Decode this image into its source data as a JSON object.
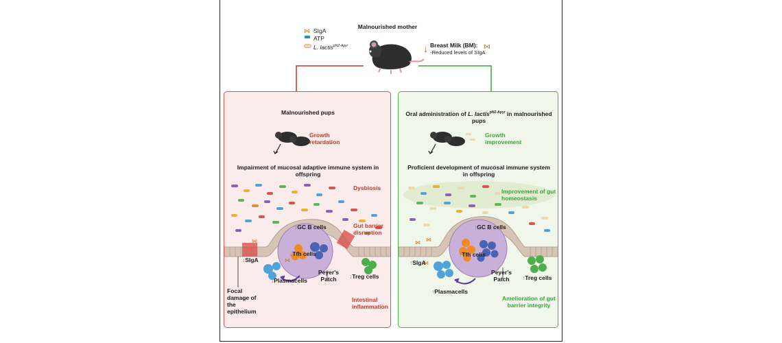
{
  "legend": {
    "sigA": "SIgA",
    "atp": "ATP",
    "lactis": "L. lactis",
    "lactis_sup": "pNZ-Apyr"
  },
  "mother": {
    "title": "Malnourished mother",
    "bm_label": "Breast Milk (BM):",
    "bm_detail": "-Reduced levels of  SIgA"
  },
  "left": {
    "title": "Malnourished pups",
    "growth": "Growth retardation",
    "heading": "Impairment of mucosal adaptive immune system in offspring",
    "dysbiosis": "Dysbiosis",
    "gut_barrier": "Gut barrier disruption",
    "gcb": "GC B cells",
    "tfh": "Tfh cells",
    "sigA": "SIgA",
    "plasma": "Plasmacells",
    "peyers": "Peyer's Patch",
    "treg": "Treg cells",
    "focal": "Focal damage of the epithelium",
    "inflammation": "Intestinal inflammation"
  },
  "right": {
    "title_pre": "Oral administration of ",
    "title_lactis": "L. lactis",
    "title_sup": "pNZ-Apyr",
    "title_post": " in malnourished pups",
    "growth": "Growth improvement",
    "heading": "Proficient development of mucosal immune system in offspring",
    "homeostasis": "Improvement of gut homeostasis",
    "gcb": "GC B cells",
    "tfh": "Tfh cells",
    "sigA": "SIgA",
    "plasma": "Plasmacells",
    "peyers": "Peyer's Patch",
    "treg": "Treg cells",
    "amelioration": "Amelioration of gut barrier integrity"
  },
  "colors": {
    "red": "#c0392b",
    "green": "#3aa53a",
    "panel_left_border": "#d9534f",
    "panel_right_border": "#4cae4c"
  }
}
